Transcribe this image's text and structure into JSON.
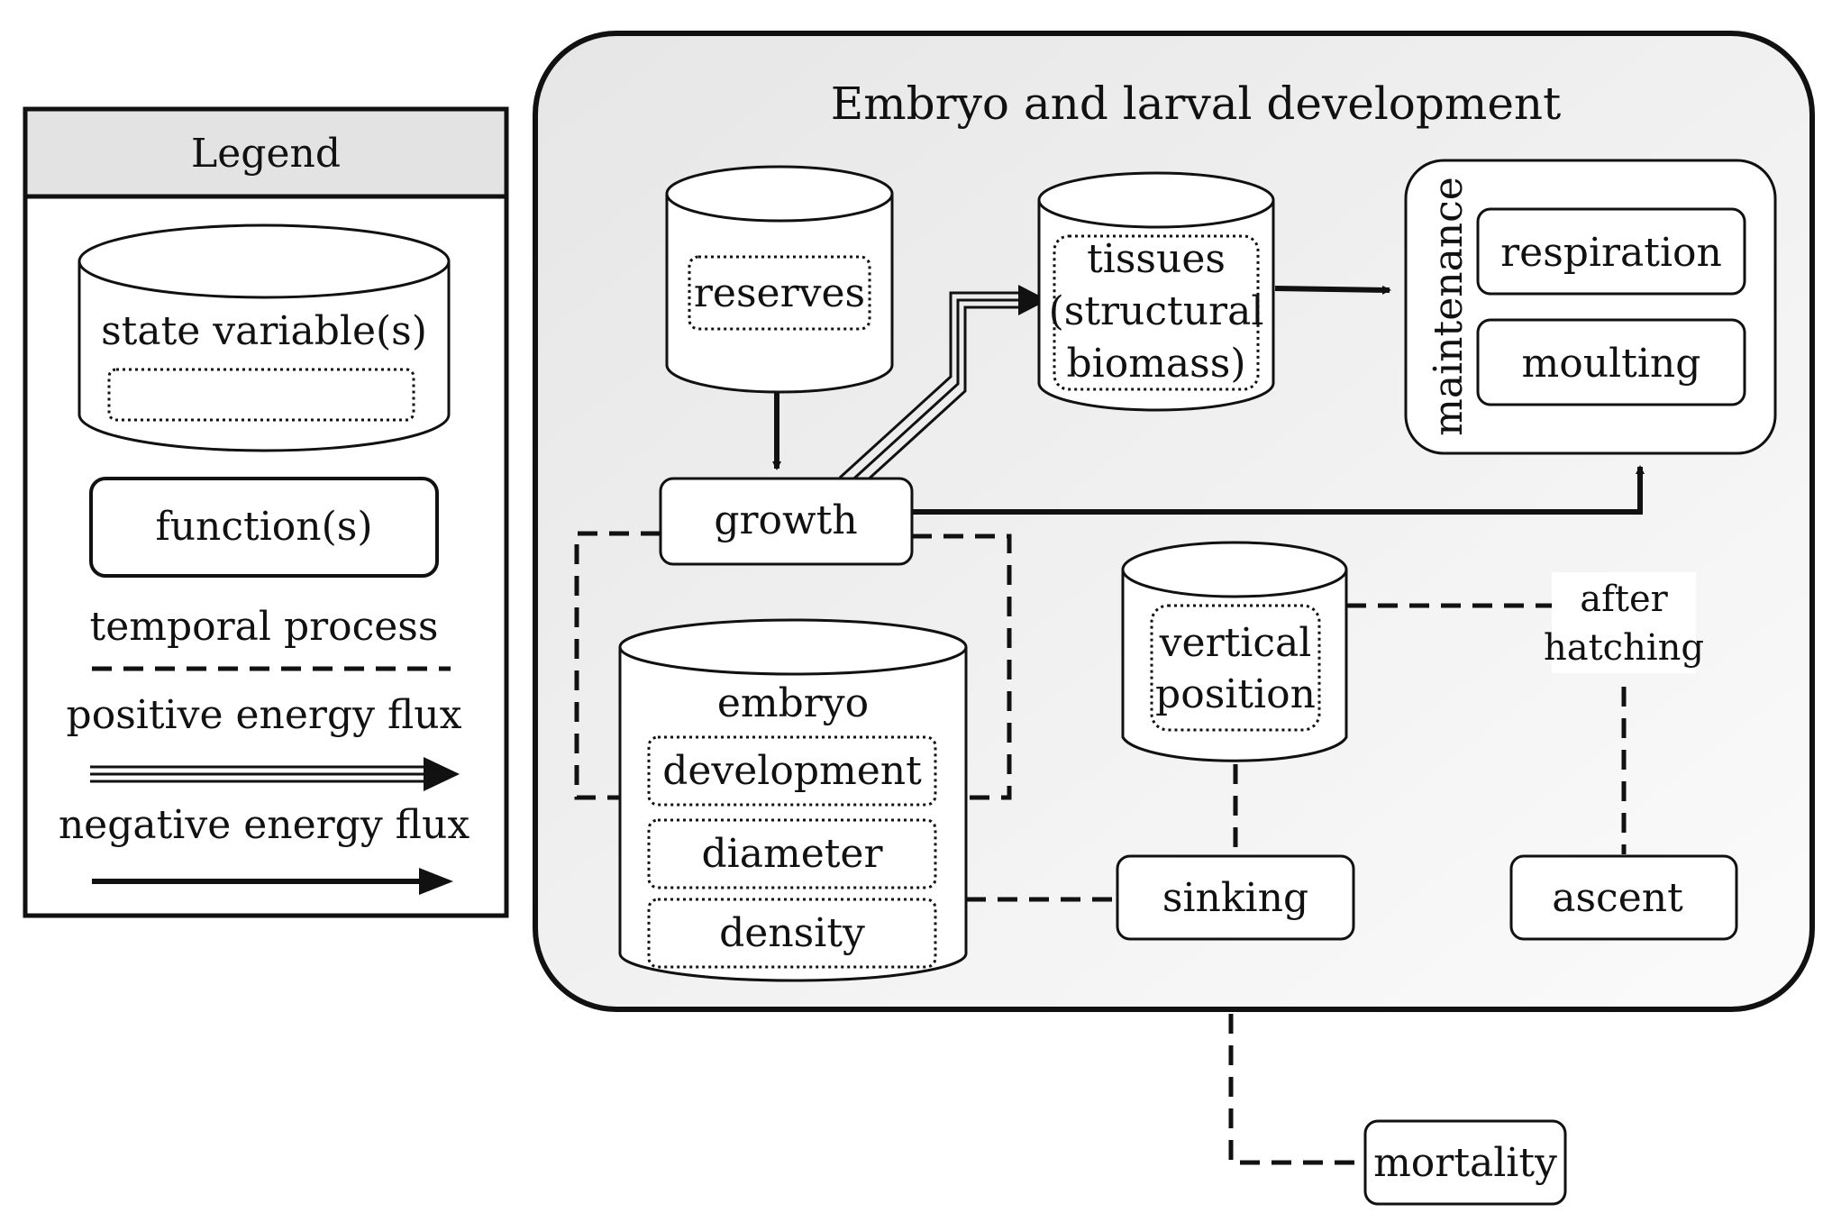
{
  "legend": {
    "title": "Legend",
    "state_variable": "state variable(s)",
    "function": "function(s)",
    "temporal_process": "temporal process",
    "positive_flux": "positive energy flux",
    "negative_flux": "negative energy flux"
  },
  "main": {
    "title": "Embryo and larval development",
    "reserves": "reserves",
    "tissues": [
      "tissues",
      "(structural",
      "biomass)"
    ],
    "maintenance": {
      "label": "maintenance",
      "respiration": "respiration",
      "moulting": "moulting"
    },
    "growth": "growth",
    "embryo": {
      "label": "embryo",
      "development": "development",
      "diameter": "diameter",
      "density": "density"
    },
    "vertical_position": [
      "vertical",
      "position"
    ],
    "after_hatching": [
      "after",
      "hatching"
    ],
    "sinking": "sinking",
    "ascent": "ascent"
  },
  "mortality": "mortality",
  "colors": {
    "panel_fill": "#ececec",
    "stroke": "#111111",
    "legend_header": "#e3e3e3"
  }
}
